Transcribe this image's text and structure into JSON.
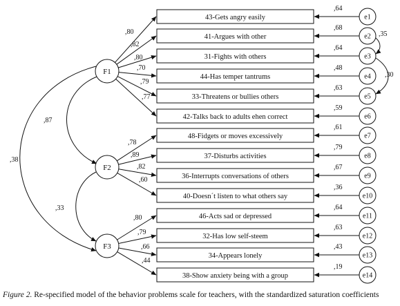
{
  "factors": [
    {
      "id": "F1",
      "label": "F1"
    },
    {
      "id": "F2",
      "label": "F2"
    },
    {
      "id": "F3",
      "label": "F3"
    }
  ],
  "items": [
    {
      "label": "43-Gets angry easily",
      "factor": "F1",
      "loading": ",80",
      "error": "e1",
      "r2": ",64"
    },
    {
      "label": "41-Argues with other",
      "factor": "F1",
      "loading": ",82",
      "error": "e2",
      "r2": ",68"
    },
    {
      "label": "31-Fights with others",
      "factor": "F1",
      "loading": ",80",
      "error": "e3",
      "r2": ",64"
    },
    {
      "label": "44-Has temper tantrums",
      "factor": "F1",
      "loading": ",70",
      "error": "e4",
      "r2": ",48"
    },
    {
      "label": "33-Threatens or bullies others",
      "factor": "F1",
      "loading": ",79",
      "error": "e5",
      "r2": ",63"
    },
    {
      "label": "42-Talks back to adults ehen correct",
      "factor": "F1",
      "loading": ",77",
      "error": "e6",
      "r2": ",59"
    },
    {
      "label": "48-Fidgets or moves excessively",
      "factor": "F2",
      "loading": ",78",
      "error": "e7",
      "r2": ",61"
    },
    {
      "label": "37-Disturbs activities",
      "factor": "F2",
      "loading": ",89",
      "error": "e8",
      "r2": ",79"
    },
    {
      "label": "36-Interrupts conversations of others",
      "factor": "F2",
      "loading": ",82",
      "error": "e9",
      "r2": ",67"
    },
    {
      "label": "40-Doesn´t listen to what others say",
      "factor": "F2",
      "loading": ",60",
      "error": "e10",
      "r2": ",36"
    },
    {
      "label": "46-Acts sad or depressed",
      "factor": "F3",
      "loading": ",80",
      "error": "e11",
      "r2": ",64"
    },
    {
      "label": "32-Has low self-steem",
      "factor": "F3",
      "loading": ",79",
      "error": "e12",
      "r2": ",63"
    },
    {
      "label": "34-Appears lonely",
      "factor": "F3",
      "loading": ",66",
      "error": "e13",
      "r2": ",43"
    },
    {
      "label": "38-Show anxiety being with a group",
      "factor": "F3",
      "loading": ",44",
      "error": "e14",
      "r2": ",19"
    }
  ],
  "factor_correlations": [
    {
      "from": "F1",
      "to": "F2",
      "value": ",87"
    },
    {
      "from": "F2",
      "to": "F3",
      "value": ",33"
    },
    {
      "from": "F1",
      "to": "F3",
      "value": ",38"
    }
  ],
  "error_correlations": [
    {
      "from": "e2",
      "to": "e3",
      "value": ",35"
    },
    {
      "from": "e3",
      "to": "e5",
      "value": ",30"
    }
  ],
  "caption": {
    "label": "Figure 2.",
    "text": " Re-specified model of the behavior problems scale for teachers, with the standardized saturation coefficients"
  }
}
